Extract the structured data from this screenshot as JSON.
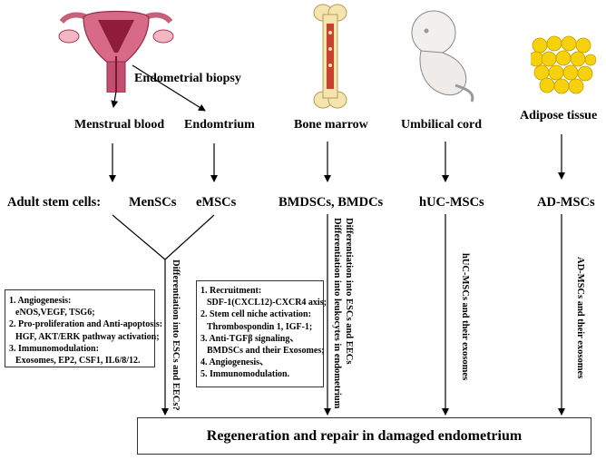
{
  "biopsy_label": "Endometrial biopsy",
  "sources": [
    {
      "id": "menstrual",
      "label": "Menstrual blood",
      "icon": "uterus-icon"
    },
    {
      "id": "endometrium",
      "label": "Endomtrium"
    },
    {
      "id": "bone",
      "label": "Bone marrow",
      "icon": "bone-icon"
    },
    {
      "id": "cord",
      "label": "Umbilical cord",
      "icon": "fetus-icon"
    },
    {
      "id": "adipose",
      "label": "Adipose tissue",
      "icon": "fat-cells-icon"
    }
  ],
  "adult_stem_cells_label": "Adult stem cells:",
  "cells": {
    "mensc": "MenSCs",
    "emsc": "eMSCs",
    "bm": "BMDSCs, BMDCs",
    "huc": "hUC-MSCs",
    "ad": "AD-MSCs"
  },
  "mechanisms_left": [
    {
      "text": "1. Angiogenesis:",
      "indent": false
    },
    {
      "text": "eNOS,VEGF, TSG6;",
      "indent": true
    },
    {
      "text": "2. Pro-proliferation and Anti-apoptosis:",
      "indent": false
    },
    {
      "text": "HGF,  AKT/ERK pathway activation;",
      "indent": true
    },
    {
      "text": "3. Immunomodulation:",
      "indent": false
    },
    {
      "text": "Exosomes, EP2, CSF1, IL6/8/12.",
      "indent": true
    }
  ],
  "mechanisms_bm": [
    {
      "text": "1. Recruitment:",
      "indent": false
    },
    {
      "text": "SDF-1(CXCL12)-CXCR4 axis;",
      "indent": true
    },
    {
      "text": "2. Stem cell niche activation:",
      "indent": false
    },
    {
      "text": "Thrombospondin 1, IGF-1;",
      "indent": true
    },
    {
      "text": "3. Anti-TGFβ signaling、",
      "indent": false
    },
    {
      "text": "BMDSCs and their  Exosomes;",
      "indent": true
    },
    {
      "text": "4. Angiogenesis、",
      "indent": false
    },
    {
      "text": "5. Immunomodulation.",
      "indent": false
    }
  ],
  "vertical_labels": {
    "endo_diff": "Differentiation into ESCs and EECs?",
    "bm_diff_1": "Differentiation into ESCs and EECs",
    "bm_diff_2": "Differentiation into  leukocytes in endometrium",
    "huc": "hUC-MSCs and their exosomes",
    "ad": "AD-MSCs and their exosomes"
  },
  "outcome": "Regeneration and repair in damaged endometrium"
}
